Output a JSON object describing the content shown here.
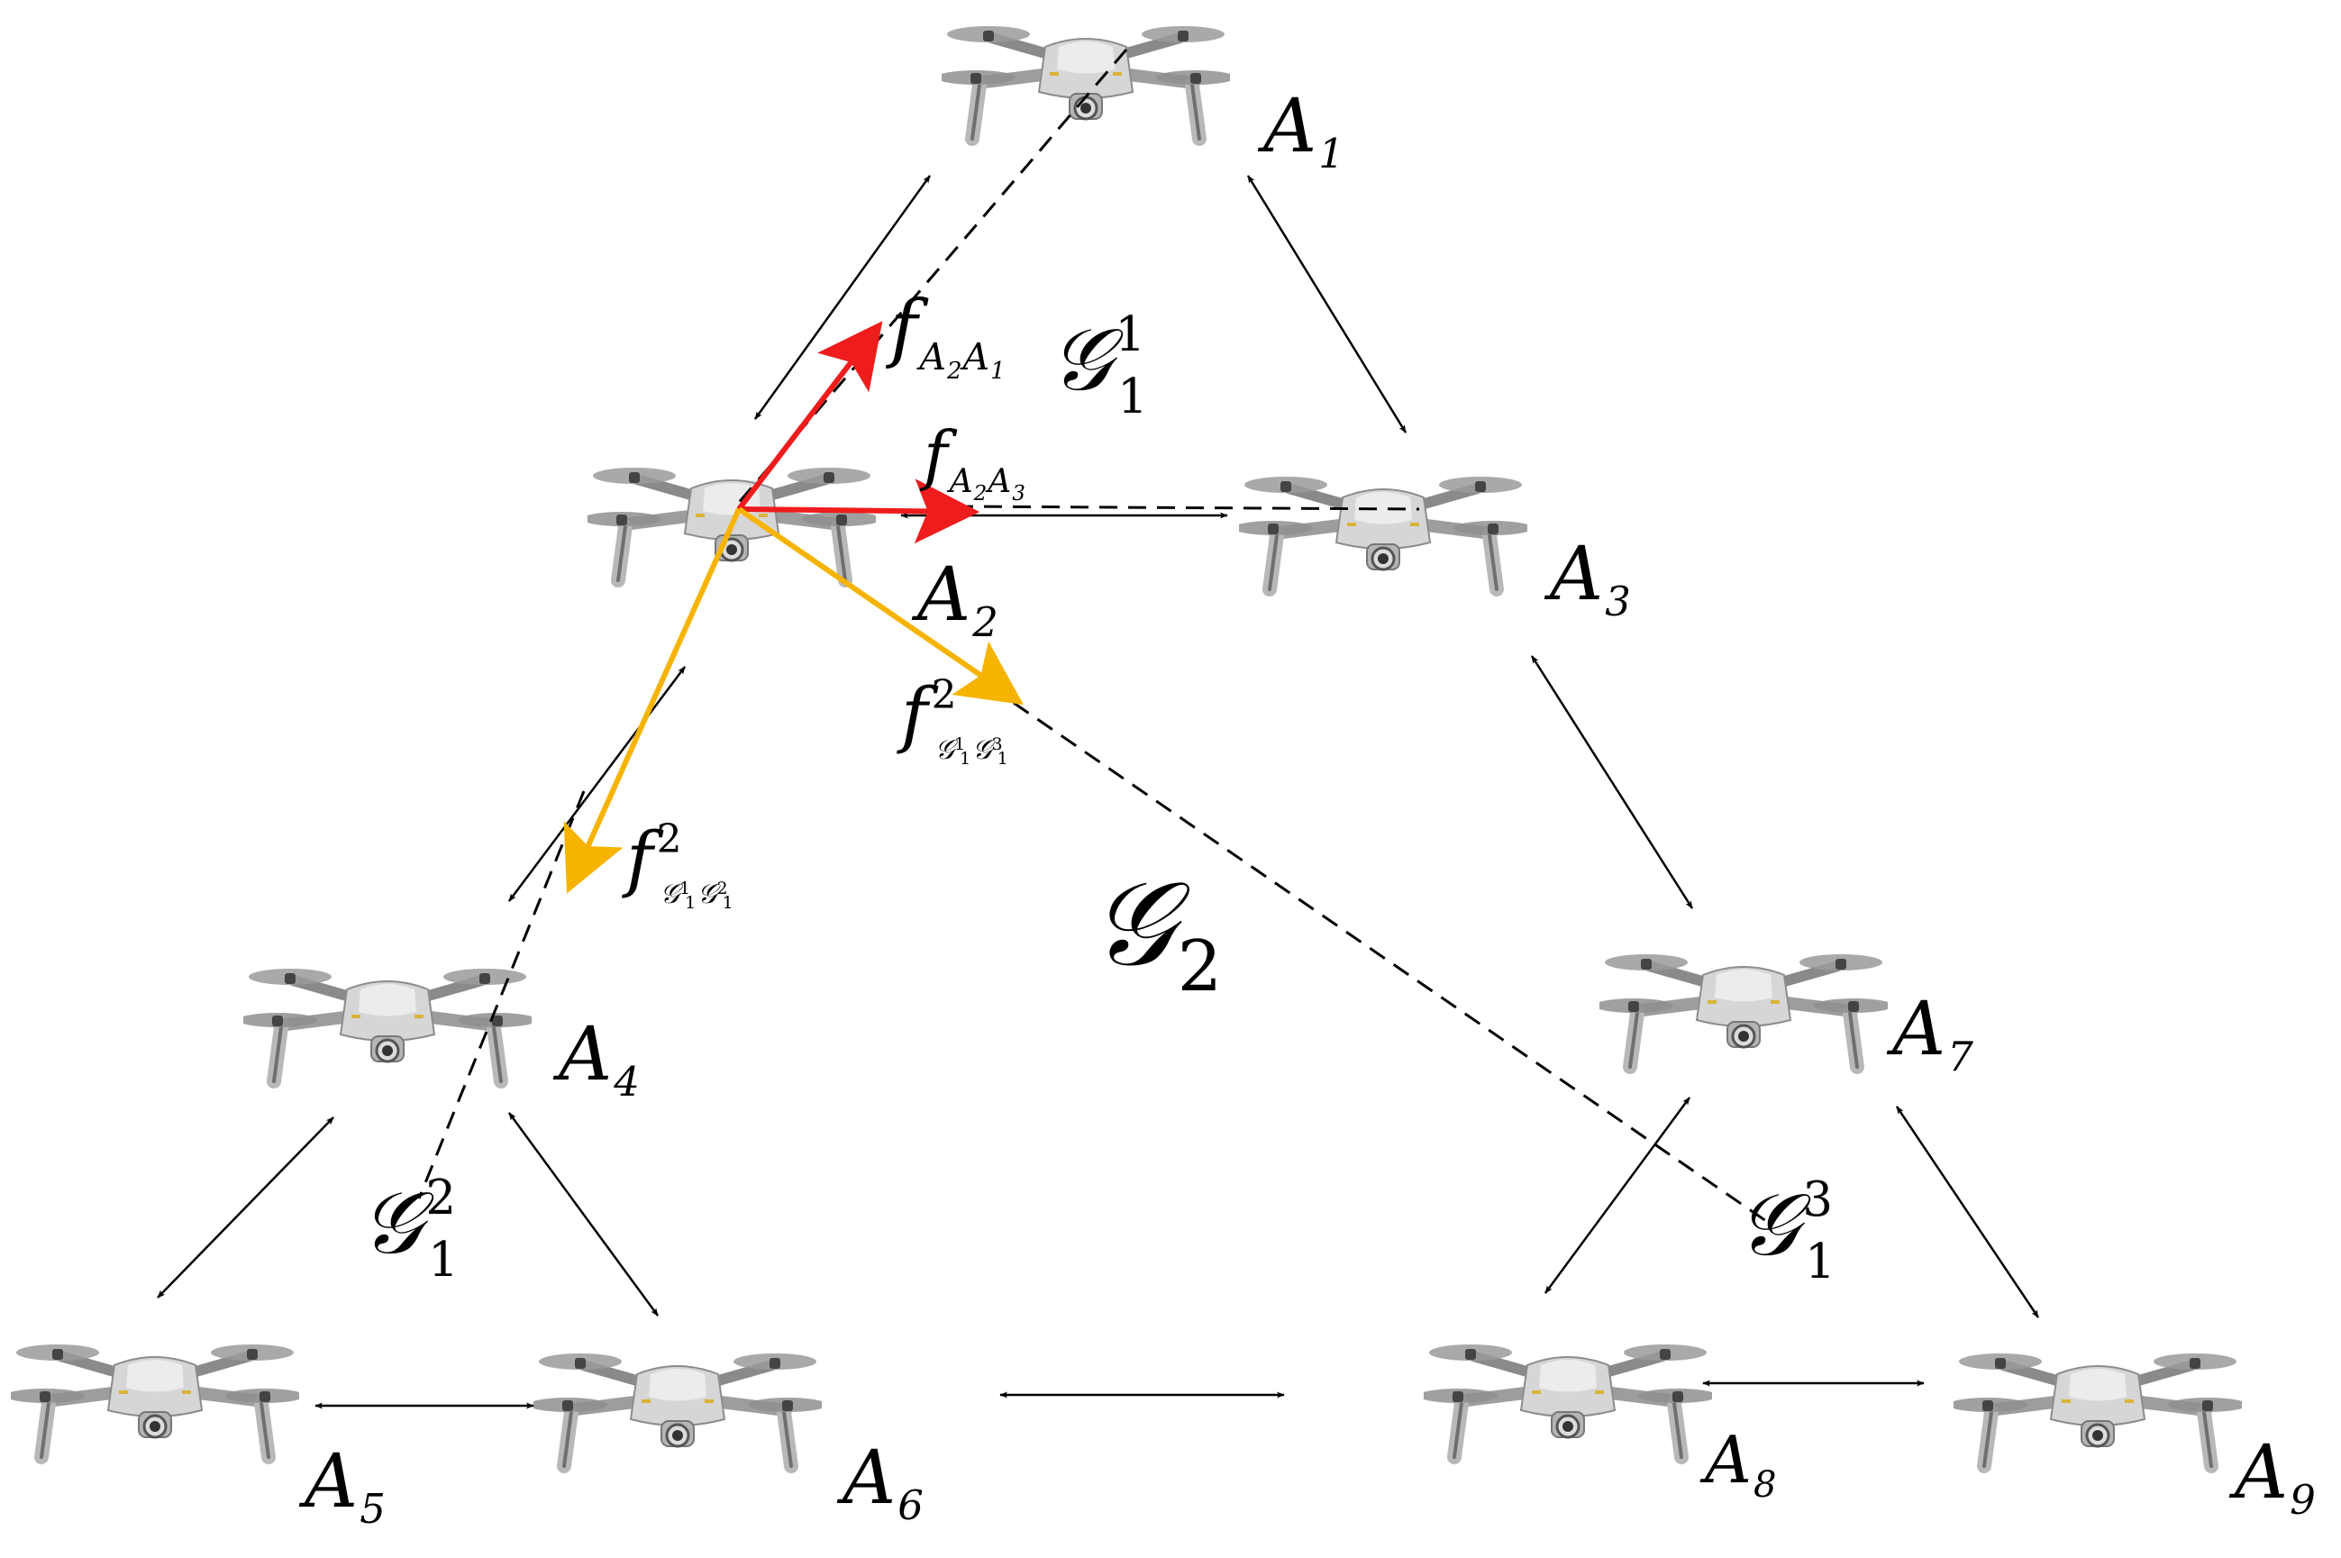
{
  "agents": [
    {
      "id": "A1",
      "base": "A",
      "sub": "1"
    },
    {
      "id": "A2",
      "base": "A",
      "sub": "2"
    },
    {
      "id": "A3",
      "base": "A",
      "sub": "3"
    },
    {
      "id": "A4",
      "base": "A",
      "sub": "4"
    },
    {
      "id": "A5",
      "base": "A",
      "sub": "5"
    },
    {
      "id": "A6",
      "base": "A",
      "sub": "6"
    },
    {
      "id": "A7",
      "base": "A",
      "sub": "7"
    },
    {
      "id": "A8",
      "base": "A",
      "sub": "8"
    },
    {
      "id": "A9",
      "base": "A",
      "sub": "9"
    }
  ],
  "groups": {
    "g11": {
      "base": "𝒢",
      "sub": "1",
      "sup": "1"
    },
    "g12": {
      "base": "𝒢",
      "sub": "1",
      "sup": "2"
    },
    "g13": {
      "base": "𝒢",
      "sub": "1",
      "sup": "3"
    },
    "g2": {
      "base": "𝒢",
      "sub": "2"
    }
  },
  "forces": {
    "fA2A1": {
      "base": "f",
      "sub": "A",
      "sub_sub": "2",
      "sub2": "A",
      "sub2_sub": "1"
    },
    "fA2A3": {
      "base": "f",
      "sub": "A",
      "sub_sub": "2",
      "sub2": "A",
      "sub2_sub": "3"
    },
    "fG13": {
      "base": "f",
      "sup": "2",
      "sub": "𝒢",
      "sub_sup": "1",
      "sub_sub": "1",
      "sub2": "𝒢",
      "sub2_sup": "3",
      "sub2_sub": "1"
    },
    "fG12": {
      "base": "f",
      "sup": "2",
      "sub": "𝒢",
      "sub_sup": "1",
      "sub_sub": "1",
      "sub2": "𝒢",
      "sub2_sup": "2",
      "sub2_sub": "1"
    }
  },
  "colors": {
    "red_arrow": "#ee1c1c",
    "yellow_arrow": "#f6b300",
    "link": "#000000",
    "drone_body": "#cfcfcf",
    "drone_dark": "#5a5a5a"
  },
  "icons": {
    "drone": "quadcopter-drone-icon"
  }
}
